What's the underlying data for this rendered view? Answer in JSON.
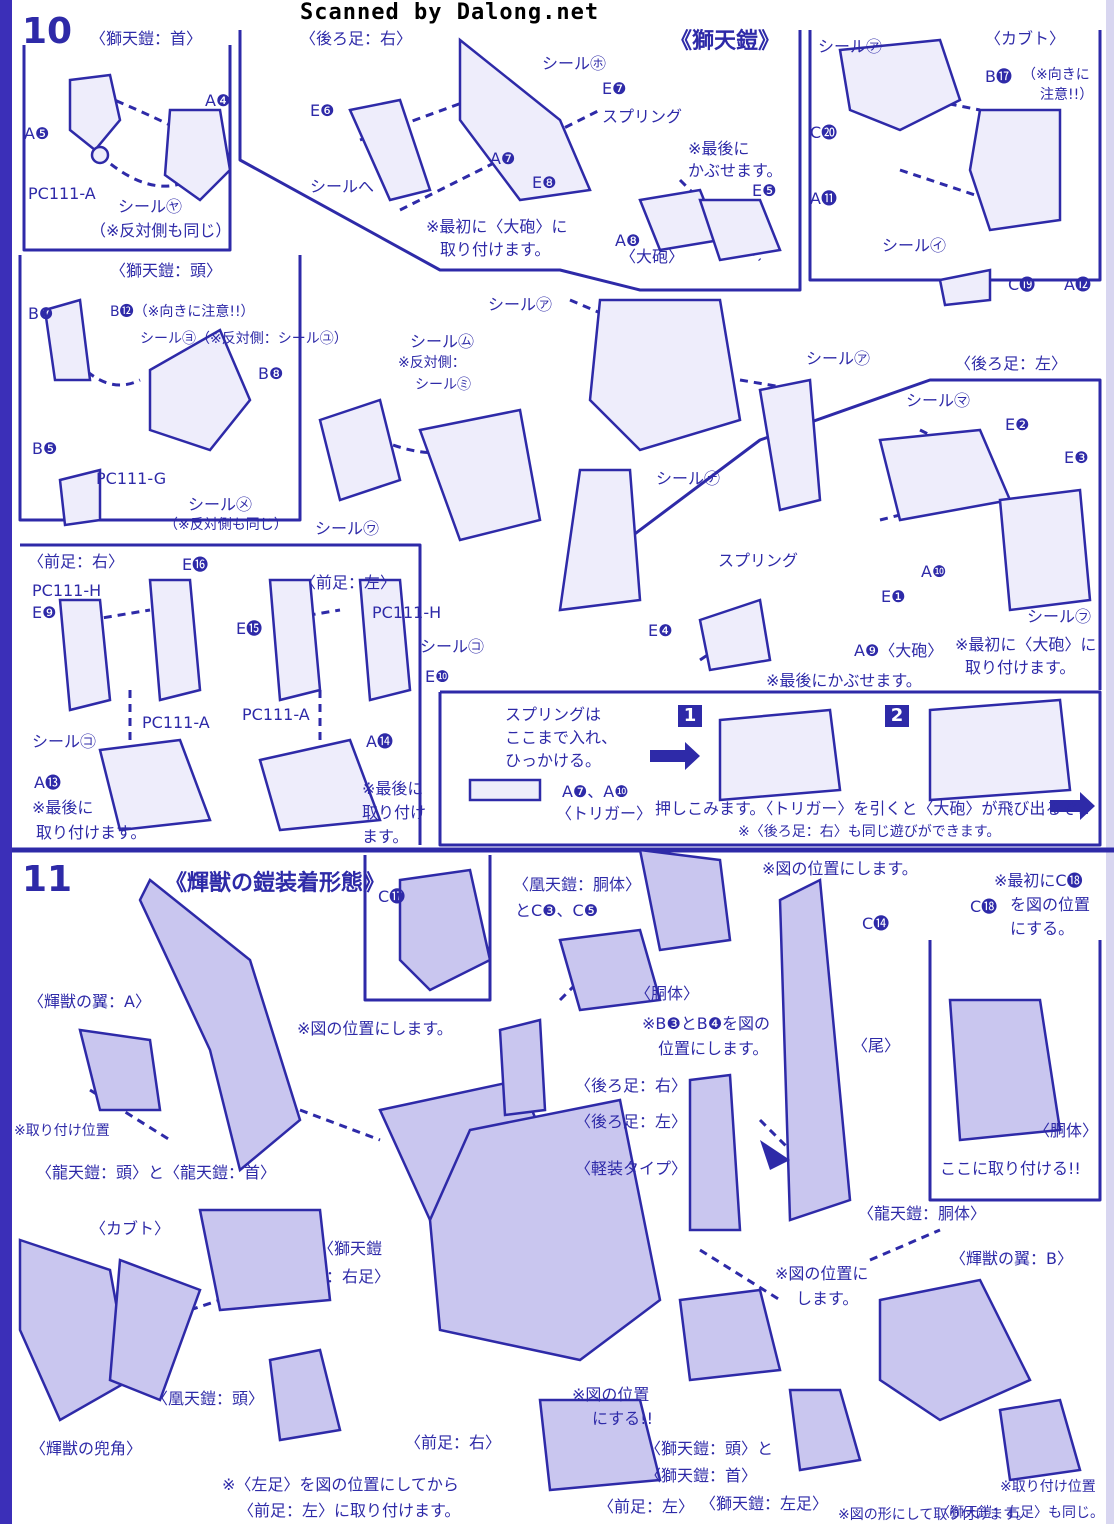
{
  "header": {
    "scan_credit": "Scanned by Dalong.net"
  },
  "step10": {
    "number": "10",
    "title": "《獅天鎧》",
    "neck": {
      "label": "〈獅天鎧：首〉",
      "a5": "A❺",
      "a4": "A❹",
      "pc": "PC111-A",
      "seal": "シール㋳",
      "note": "（※反対側も同じ）"
    },
    "rear_right": {
      "label": "〈後ろ足：右〉",
      "seal_ho": "シール㋭",
      "e7": "E❼",
      "e6": "E❻",
      "spring": "スプリング",
      "a7": "A❼",
      "e8": "E❽",
      "seal_he": "シールへ",
      "note_last": "※最後に",
      "note_last2": "かぶせます。",
      "e5": "E❺",
      "note_first": "※最初に〈大砲〉に",
      "note_first2": "取り付けます。",
      "a8": "A❽",
      "cannon": "〈大砲〉"
    },
    "kabuto": {
      "label": "〈カブト〉",
      "seal_a": "シール㋐",
      "b17": "B⓱",
      "caution": "（※向きに",
      "caution2": "注意!!）",
      "c20": "C⓴",
      "a11": "A⓫",
      "seal_i": "シール㋑",
      "c19": "C⓳",
      "a12": "A⓬"
    },
    "head": {
      "label": "〈獅天鎧：頭〉",
      "b7": "B❼",
      "b12": "B⓬（※向きに注意!!）",
      "seal_yo": "シール㋵（※反対側：シール㋴）",
      "b8": "B❽",
      "b5": "B❺",
      "pc": "PC111-G",
      "seal_me": "シール㋱",
      "note": "（※反対側も同じ）"
    },
    "center": {
      "seal_mu": "シール㋰",
      "note_mu": "※反対側：",
      "note_mu2": "シール㋯",
      "seal_wo": "シール㋻",
      "seal_a1": "シール㋐",
      "seal_a2": "シール㋐",
      "seal_na": "シール㋤"
    },
    "rear_left": {
      "label": "〈後ろ足：左〉",
      "seal_ma": "シール㋮",
      "e2": "E❷",
      "e3": "E❸",
      "spring": "スプリング",
      "a10": "A❿",
      "e1": "E❶",
      "seal_fu": "シール㋫",
      "e4": "E❹",
      "a9": "A❾〈大砲〉",
      "note_first": "※最初に〈大砲〉に",
      "note_first2": "取り付けます。",
      "note_last": "※最後にかぶせます。"
    },
    "front_right": {
      "label": "〈前足：右〉",
      "e16": "E⓰",
      "pc_h": "PC111-H",
      "e9": "E❾",
      "pc_a": "PC111-A",
      "seal_ko": "シール㋙",
      "a13": "A⓭",
      "note": "※最後に",
      "note2": "取り付けます。"
    },
    "front_left": {
      "label": "〈前足：左〉",
      "pc_h": "PC111-H",
      "e15": "E⓯",
      "seal_ko": "シール㋙",
      "e10": "E❿",
      "pc_a": "PC111-A",
      "a14": "A⓮",
      "note": "※最後に",
      "note2": "取り付け",
      "note3": "ます。"
    },
    "gimmick": {
      "spring_note1": "スプリングは",
      "spring_note2": "ここまで入れ、",
      "spring_note3": "ひっかける。",
      "parts": "A❼、A❿",
      "trigger": "〈トリガー〉",
      "n1": "1",
      "n2": "2",
      "caption": "押しこみます。〈トリガー〉を引くと〈大砲〉が飛び出るぞ!!",
      "caption2": "※〈後ろ足：右〉も同じ遊びができます。"
    }
  },
  "step11": {
    "number": "11",
    "title": "《輝獣の鎧装着形態》",
    "c17": "C⓱",
    "wing_a": "〈輝獣の翼：A〉",
    "attach_pos": "※取り付け位置",
    "pos_note1": "※図の位置にします。",
    "dragon_head": "〈龍天鎧：頭〉と〈龍天鎧：首〉",
    "kabuto": "〈カブト〉",
    "shiten_right1": "〈獅天鎧",
    "shiten_right2": "：右足〉",
    "kouten_head": "〈凰天鎧：頭〉",
    "horn": "〈輝獣の兜角〉",
    "kouten_body": "〈凰天鎧：胴体〉",
    "kouten_body2": "とC❸、C❺",
    "pos_note_top": "※図の位置にします。",
    "c18_note1": "※最初にC⓲",
    "c18_note2": "を図の位置",
    "c18_note3": "にする。",
    "c18": "C⓲",
    "body": "〈胴体〉",
    "b3b4": "※B❸とB❹を図の",
    "b3b4_2": "位置にします。",
    "c14": "C⓮",
    "tail": "〈尾〉",
    "rear_right": "〈後ろ足：右〉",
    "rear_left": "〈後ろ足：左〉",
    "light_type": "〈軽装タイプ〉",
    "body2": "〈胴体〉",
    "attach_here": "ここに取り付ける!!",
    "ryuten_body": "〈龍天鎧：胴体〉",
    "wing_b": "〈輝獣の翼：B〉",
    "pos_note2": "※図の位置に",
    "pos_note2b": "します。",
    "pos_note3": "※図の位置",
    "pos_note3b": "にする!!",
    "front_right": "〈前足：右〉",
    "shiten_head": "〈獅天鎧：頭〉と",
    "shiten_neck": "〈獅天鎧：首〉",
    "shiten_left": "〈獅天鎧：左足〉",
    "shape_note": "※図の形にして取り付けます。",
    "left_leg_note": "※〈左足〉を図の位置にしてから",
    "left_leg_note2": "〈前足：左〉に取り付けます。",
    "front_left": "〈前足：左〉",
    "attach_pos2": "※取り付け位置",
    "shiten_right_same": "〈獅天鎧：右足〉も同じ。"
  },
  "colors": {
    "ink": "#2e2aa8",
    "fill": "#c9c6ef",
    "paper": "#ffffff"
  }
}
